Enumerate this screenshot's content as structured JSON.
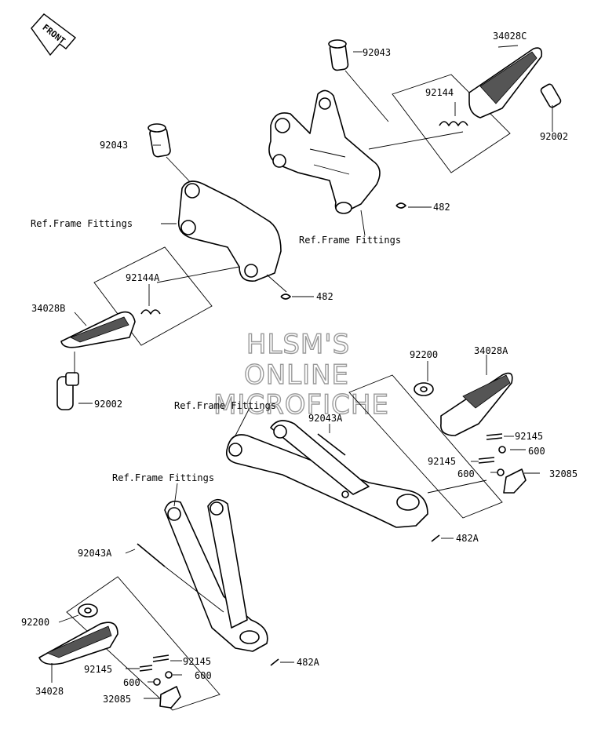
{
  "front_badge": "FRONT",
  "watermark": [
    "HLSM'S",
    "ONLINE",
    "MICROFICHE"
  ],
  "callouts": {
    "c1": "92043",
    "c2": "34028C",
    "c3": "92144",
    "c4": "92002",
    "c5": "92043",
    "c6": "Ref.Frame Fittings",
    "c7": "482",
    "c8": "Ref.Frame Fittings",
    "c9": "92144A",
    "c10": "482",
    "c11": "34028B",
    "c12": "92002",
    "c13": "92200",
    "c14": "34028A",
    "c15": "Ref.Frame Fittings",
    "c16": "92043A",
    "c17": "92145",
    "c18": "600",
    "c19": "92145",
    "c20": "600",
    "c21": "32085",
    "c22": "482A",
    "c23": "Ref.Frame Fittings",
    "c24": "92043A",
    "c25": "92200",
    "c26": "92145",
    "c27": "600",
    "c28": "92145",
    "c29": "600",
    "c30": "32085",
    "c31": "482A",
    "c32": "34028"
  }
}
